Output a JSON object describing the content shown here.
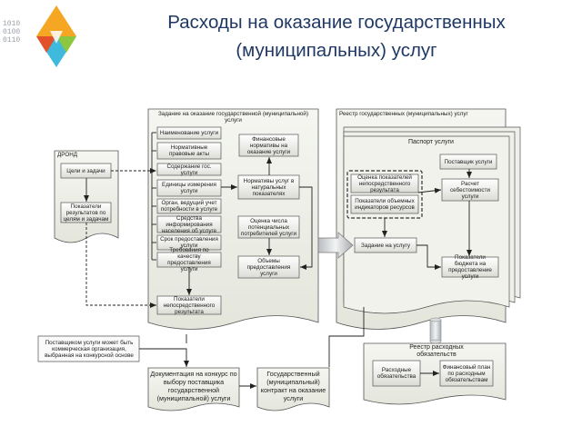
{
  "title": {
    "line1": "Расходы на оказание государственных",
    "line2": "(муниципальных) услуг"
  },
  "logo": {
    "icon": "triangle-logo-icon",
    "binary": [
      "1010",
      "0100",
      "0110"
    ],
    "colors": [
      "#f5a623",
      "#e2522a",
      "#8dc63f",
      "#2bb3d8"
    ]
  },
  "drond": {
    "title": "ДРОНД",
    "goals": "Цели и задачи",
    "indicators": "Показатели результатов по целям и задачам"
  },
  "assignment": {
    "title": "Задание на оказание государственной (муниципальной) услуги",
    "items": [
      "Наименование услуги",
      "Нормативные правовые акты",
      "Содержание гос. услуги",
      "Единицы измерения услуги",
      "Орган, ведущий учет потребности в услуге",
      "Средства информирования населения об услуге",
      "Срок предоставления услуги",
      "Требования по качеству предоставления услуги"
    ],
    "fin_norms": "Финансовые нормативы на оказание услуги",
    "natural_norms": "Нормативы услуг в натуральных показателях",
    "consumer_estimate": "Оценка числа потенциальных потребителей услуги",
    "volumes": "Объемы предоставления услуги",
    "direct_results": "Показатели непосредственного результата"
  },
  "registry": {
    "title": "Реестр государственных (муниципальных) услуг",
    "passport": "Паспорт услуги",
    "provider": "Поставщик услуги",
    "quality": "Оценка показателей непосредственного результата",
    "volume_indicators": "Показатели объемных индикаторов ресурсов",
    "cost_calc": "Расчет себестоимости услуги",
    "assignment": "Задание на услугу",
    "budget_indicators": "Показатели бюджета на предоставление услуги"
  },
  "note": "Поставщиком услуги может быть коммерческая организация, выбранная на конкурсной основе",
  "bottom": {
    "tender_docs": "Документация на конкурс по выбору поставщика государственной (муниципальной) услуги",
    "contract": "Государственный (муниципальный) контракт на оказание услуги"
  },
  "expense_registry": {
    "title": "Реестр расходных обязательств",
    "obligations": "Расходные обязательства",
    "fin_plan": "Финансовый план по расходным обязательствам"
  }
}
